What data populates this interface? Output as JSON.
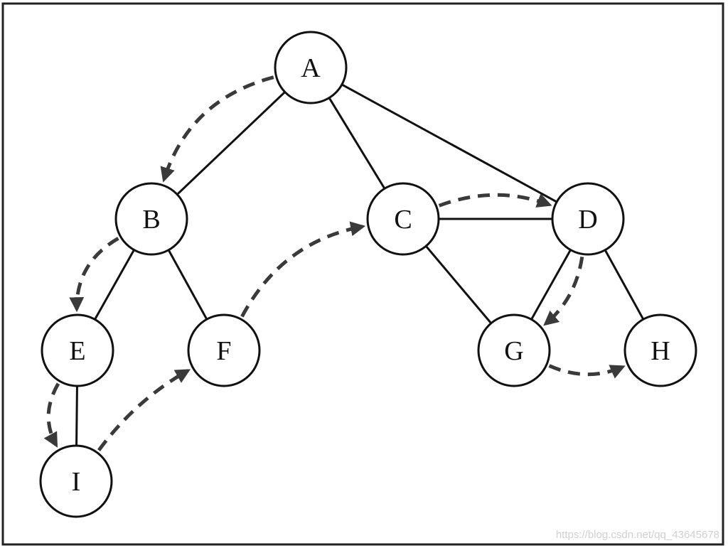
{
  "nodes": [
    {
      "id": "A",
      "label": "A"
    },
    {
      "id": "B",
      "label": "B"
    },
    {
      "id": "C",
      "label": "C"
    },
    {
      "id": "D",
      "label": "D"
    },
    {
      "id": "E",
      "label": "E"
    },
    {
      "id": "F",
      "label": "F"
    },
    {
      "id": "G",
      "label": "G"
    },
    {
      "id": "H",
      "label": "H"
    },
    {
      "id": "I",
      "label": "I"
    }
  ],
  "edges": [
    [
      "A",
      "B"
    ],
    [
      "A",
      "C"
    ],
    [
      "A",
      "D"
    ],
    [
      "B",
      "E"
    ],
    [
      "B",
      "F"
    ],
    [
      "C",
      "D"
    ],
    [
      "C",
      "G"
    ],
    [
      "D",
      "G"
    ],
    [
      "D",
      "H"
    ],
    [
      "E",
      "I"
    ]
  ],
  "traversal": [
    [
      "A",
      "B"
    ],
    [
      "B",
      "E"
    ],
    [
      "E",
      "I"
    ],
    [
      "I",
      "F"
    ],
    [
      "F",
      "C"
    ],
    [
      "C",
      "D"
    ],
    [
      "D",
      "G"
    ],
    [
      "G",
      "H"
    ]
  ],
  "watermark": "https://blog.csdn.net/qq_43645678",
  "colors": {
    "edge": "#111111",
    "traversal_arrow": "#3a3a3a",
    "border": "#222222"
  }
}
